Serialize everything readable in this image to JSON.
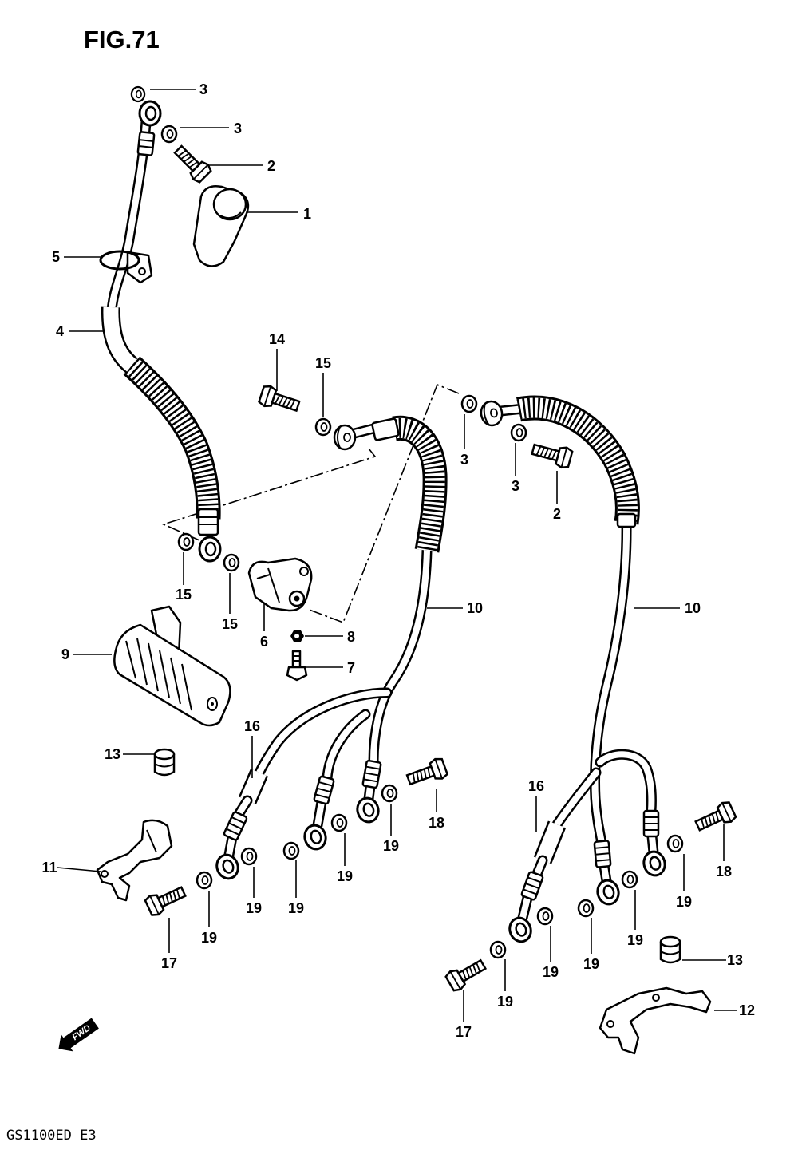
{
  "figure_title": "FIG.71",
  "model_code": "GS1100ED E3",
  "fwd_label": "FWD",
  "callouts": [
    "3",
    "3",
    "2",
    "1",
    "5",
    "4",
    "14",
    "15",
    "3",
    "3",
    "2",
    "15",
    "15",
    "6",
    "10",
    "10",
    "8",
    "7",
    "9",
    "16",
    "13",
    "18",
    "19",
    "19",
    "19",
    "19",
    "19",
    "17",
    "11",
    "16",
    "18",
    "19",
    "19",
    "19",
    "19",
    "19",
    "17",
    "13",
    "12"
  ]
}
